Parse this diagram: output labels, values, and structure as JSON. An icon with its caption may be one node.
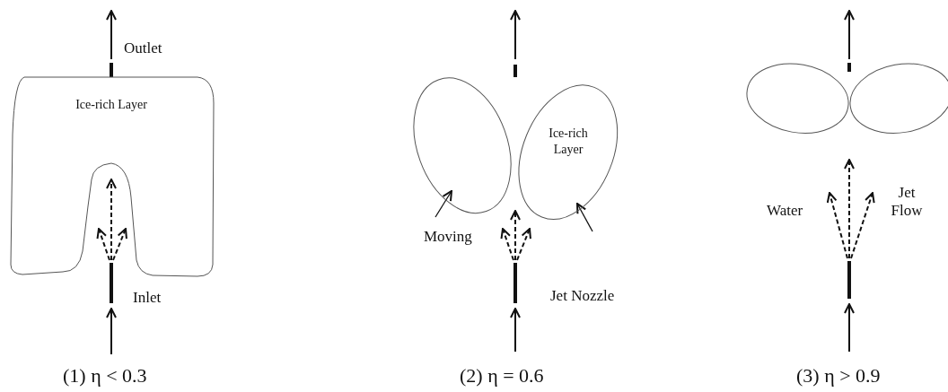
{
  "diagram": {
    "nodes": [
      {
        "text": [
          "Ice-rich Layer"
        ]
      },
      {
        "text": [],
        "shape": "ellipse"
      },
      {
        "text": [
          "Ice-rich Layer"
        ]
      },
      {
        "text": [],
        "shape": "ellipse"
      },
      {
        "text": [],
        "shape": "ellipse"
      }
    ],
    "labels": [
      "Outlet",
      "Inlet",
      "(1) η < 0.3",
      "Moving",
      "Jet Nozzle",
      "(2) η = 0.6",
      "Water",
      "Jet Flow",
      "(3) η > 0.9"
    ]
  }
}
